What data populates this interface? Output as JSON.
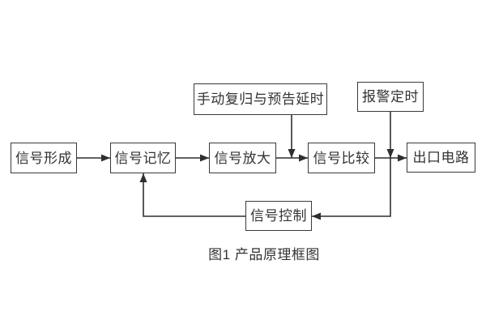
{
  "diagram": {
    "caption": "图1 产品原理框图",
    "colors": {
      "line": "#2f2f2f",
      "border": "#3a3a3a",
      "text": "#333333",
      "background": "#ffffff"
    },
    "nodes": {
      "signal_formation": {
        "label": "信号形成"
      },
      "signal_memory": {
        "label": "信号记忆"
      },
      "signal_amplification": {
        "label": "信号放大"
      },
      "signal_comparison": {
        "label": "信号比较"
      },
      "outlet_circuit": {
        "label": "出口电路"
      },
      "manual_reset_delay": {
        "label": "手动复归与预告延时"
      },
      "alarm_timing": {
        "label": "报警定时"
      },
      "signal_control": {
        "label": "信号控制"
      }
    },
    "edges": [
      {
        "from": "信号形成",
        "to": "信号记忆"
      },
      {
        "from": "信号记忆",
        "to": "信号放大"
      },
      {
        "from": "信号放大",
        "to": "信号比较"
      },
      {
        "from": "信号比较",
        "to": "出口电路"
      },
      {
        "from": "手动复归与预告延时",
        "to": "信号放大→信号比较连线"
      },
      {
        "from": "报警定时",
        "to": "信号比较→出口电路连线"
      },
      {
        "from": "信号比较→出口电路连线",
        "to": "信号控制"
      },
      {
        "from": "信号控制",
        "to": "信号记忆"
      }
    ]
  }
}
